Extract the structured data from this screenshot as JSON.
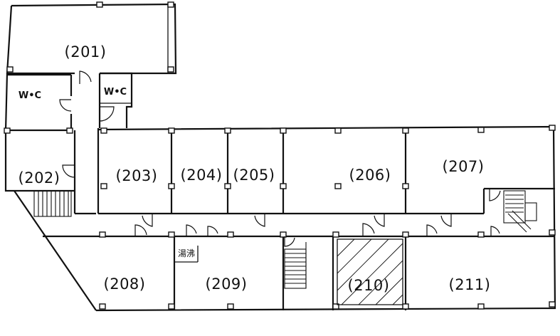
{
  "rooms": {
    "r201": "(201)",
    "r202": "(202)",
    "r203": "(203)",
    "r204": "(204)",
    "r205": "(205)",
    "r206": "(206)",
    "r207": "(207)",
    "r208": "(208)",
    "r209": "(209)",
    "r210": "(210)",
    "r211": "(211)"
  },
  "facilities": {
    "wc_left": "W•C",
    "wc_right": "W•C",
    "kettle_room": "湯沸"
  }
}
